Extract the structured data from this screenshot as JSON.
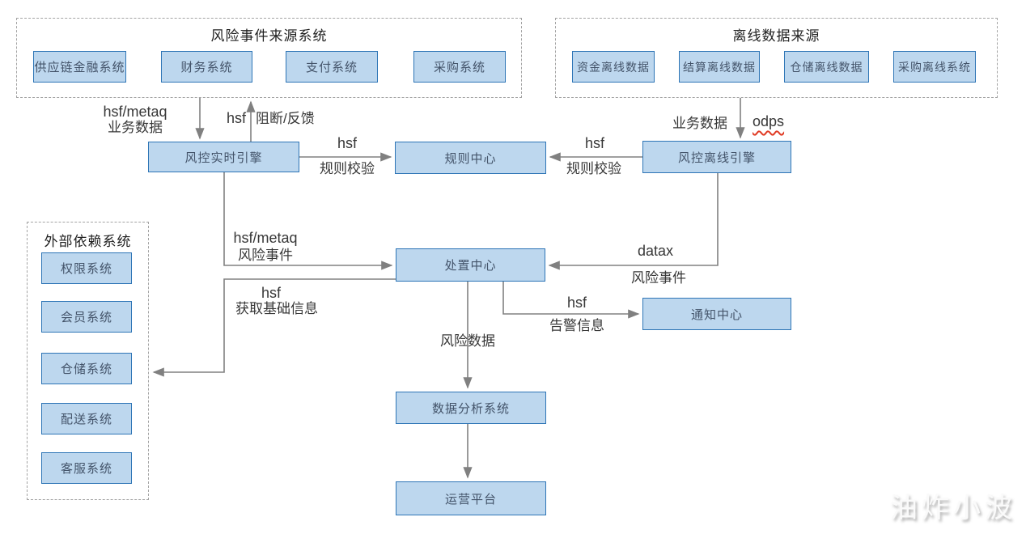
{
  "groups": {
    "risk_sources": {
      "title": "风险事件来源系统",
      "items": [
        "供应链金融系统",
        "财务系统",
        "支付系统",
        "采购系统"
      ]
    },
    "offline_sources": {
      "title": "离线数据来源",
      "items": [
        "资金离线数据",
        "结算离线数据",
        "仓储离线数据",
        "采购离线系统"
      ]
    },
    "external_deps": {
      "title": "外部依赖系统",
      "items": [
        "权限系统",
        "会员系统",
        "仓储系统",
        "配送系统",
        "客服系统"
      ]
    }
  },
  "nodes": {
    "realtime_engine": "风控实时引擎",
    "rule_center": "规则中心",
    "offline_engine": "风控离线引擎",
    "disposal_center": "处置中心",
    "notify_center": "通知中心",
    "data_analysis": "数据分析系统",
    "operation_platform": "运营平台"
  },
  "edges": {
    "to_realtime": {
      "tech": "hsf/metaq",
      "label": "业务数据"
    },
    "block_feedback": {
      "tech": "hsf",
      "label": "阻断/反馈"
    },
    "realtime_to_rule": {
      "tech": "hsf",
      "label": "规则校验"
    },
    "to_offline": {
      "tech": "odps",
      "label": "业务数据"
    },
    "offline_to_rule": {
      "tech": "hsf",
      "label": "规则校验"
    },
    "realtime_to_disposal": {
      "tech": "hsf/metaq",
      "label": "风险事件"
    },
    "offline_to_disposal": {
      "tech": "datax",
      "label": "风险事件"
    },
    "disposal_to_external": {
      "tech": "hsf",
      "label": "获取基础信息"
    },
    "disposal_to_notify": {
      "tech": "hsf",
      "label": "告警信息"
    },
    "disposal_to_analysis": {
      "label": "风险数据"
    }
  },
  "watermark": "油炸小波",
  "colors": {
    "node_fill": "#bdd7ee",
    "node_border": "#2e75b6",
    "node_text": "#44546a",
    "connector": "#808080",
    "misspell_underline": "#e03b24"
  }
}
